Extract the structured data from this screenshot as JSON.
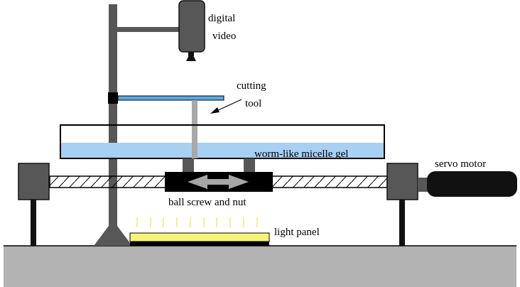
{
  "labels": {
    "camera_line1": "digital",
    "camera_line2": "video",
    "tool_line1": "cutting",
    "tool_line2": "tool",
    "gel": "worm-like micelle gel",
    "motor": "servo motor",
    "screw": "ball screw and nut",
    "light": "light panel"
  },
  "colors": {
    "frame": "#575757",
    "tool_blade": "#5aa9e6",
    "gel": "#a8d0f2",
    "tool_rod": "#a8a8a8",
    "light_panel": "#f5f37c",
    "light_rays": "#e8e35a",
    "floor": "#b3b3b3",
    "motor": "#111111",
    "nut": "#000000",
    "arrow": "#a6a6a6"
  },
  "icons": {
    "arrow": "double-headed-arrow-icon"
  }
}
